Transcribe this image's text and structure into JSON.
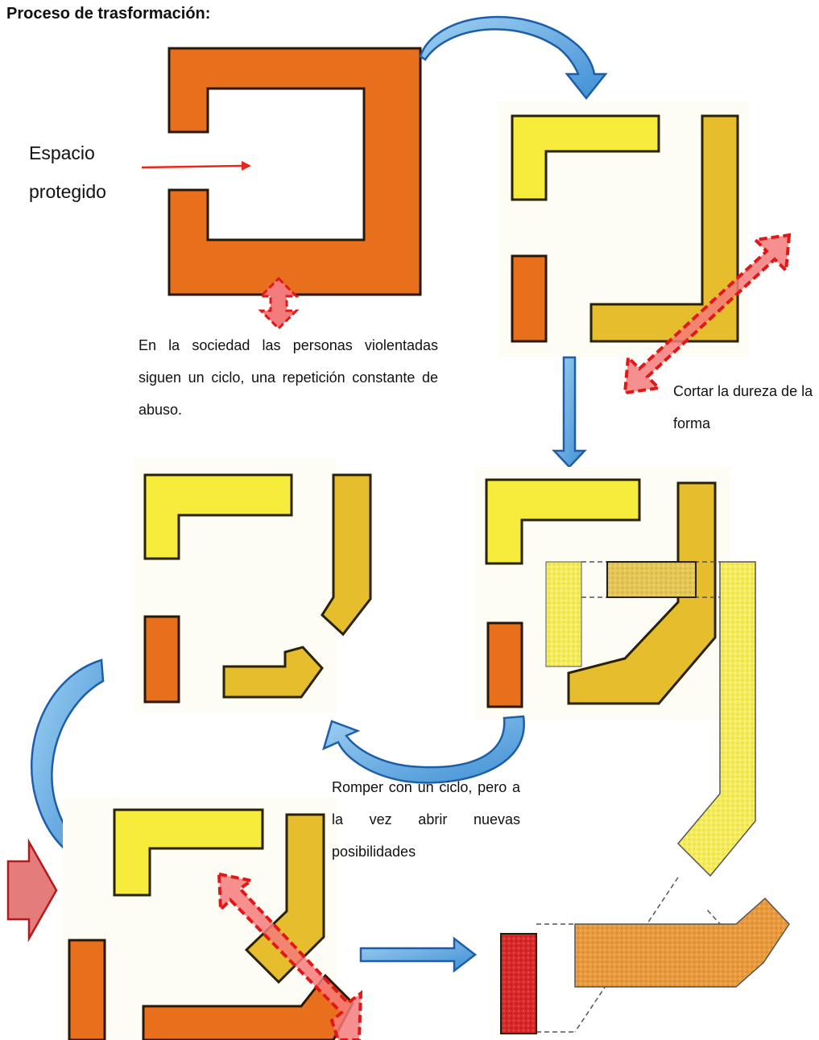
{
  "title": "Proceso de trasformación:",
  "labels": {
    "espacio": "Espacio protegido",
    "sociedad": "En la sociedad las personas violentadas siguen un ciclo, una repetición constante de abuso.",
    "cortar": "Cortar la dureza de la forma",
    "romper": "Romper con un ciclo, pero a la vez abrir nuevas posibilidades"
  },
  "colors": {
    "orange": "#e8701c",
    "yellow": "#f7ec3c",
    "gold": "#e6bd2c",
    "blue_arrow": "#4a9ad8",
    "red_arrow": "#e8271e",
    "red_block": "#c81e1e"
  },
  "icons": [
    "curved-arrow-icon",
    "down-arrow-icon",
    "double-arrow-icon",
    "right-arrow-icon"
  ]
}
